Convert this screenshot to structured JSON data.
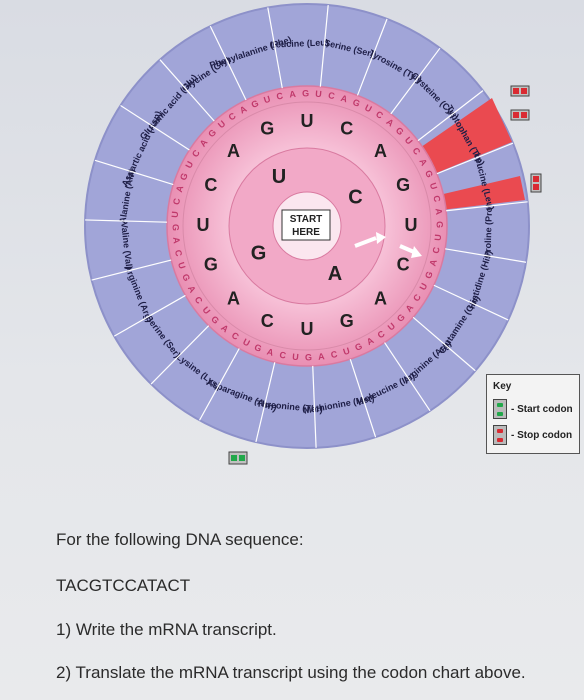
{
  "chart": {
    "center_label_line1": "START",
    "center_label_line2": "HERE",
    "inner_ring": [
      "U",
      "C",
      "A",
      "G"
    ],
    "middle_ring": [
      "A",
      "G",
      "U",
      "C",
      "A",
      "G",
      "U",
      "C",
      "A",
      "G",
      "U",
      "C",
      "A",
      "G",
      "U",
      "C"
    ],
    "outer_ring": "UCAGUCAGUCAGUCAGUCAGUCAGUCAGUCAGUCAGUCAGUCAGUCAGUCAGUCAGUCAGUCAG",
    "amino_acids": [
      "Phenylalanine (Phe)",
      "Leucine (Leu)",
      "Serine (Ser)",
      "Tyrosine (Tyr)",
      "Cysteine (Cys)",
      "Typtophan (Trp)",
      "Leucine (Leu)",
      "Proline (Pro)",
      "Histidine (His)",
      "Glutamine (Gln)",
      "Arginine (Arg)",
      "Isoleucine (Ile)",
      "Methionine (Met)",
      "Threonine (Thr)",
      "Asparagine (Asn)",
      "Lysine (Lys)",
      "Serine (Ser)",
      "Arginine (Arg)",
      "Valine (Val)",
      "Alanine (Ala)",
      "Aspartic acid (Asp)",
      "Glutamic acid (Glu)",
      "Glycine (Gly)"
    ]
  },
  "key": {
    "title": "Key",
    "start_label": "- Start codon",
    "stop_label": "- Stop codon"
  },
  "question": {
    "intro": "For the following DNA sequence:",
    "sequence": "TACGTCCATACT",
    "q1": "1) Write the mRNA transcript.",
    "q2": "2) Translate the mRNA transcript using the codon chart above."
  },
  "colors": {
    "outer_ring": "#9fa3d6",
    "outer_ring_edge": "#8a8fcc",
    "stop_highlight": "#e8464d",
    "pink_ring": "#e893b4",
    "inner_pink": "#f4b6cf",
    "center": "#fbe3ee",
    "start_codon": "#22a84a",
    "stop_codon": "#d92a32"
  }
}
